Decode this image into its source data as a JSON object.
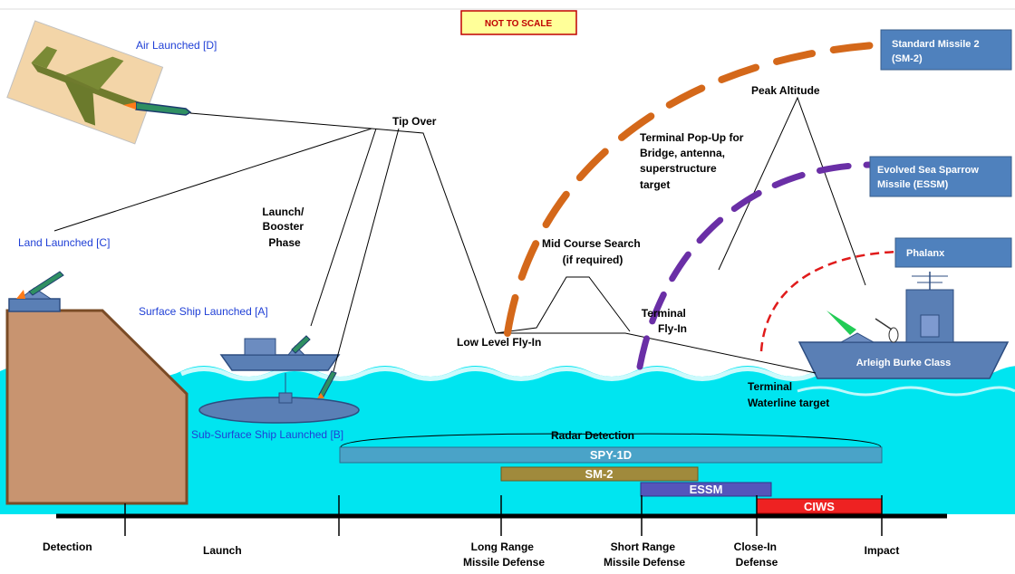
{
  "scale_note": "NOT TO SCALE",
  "launch_labels": {
    "air": "Air Launched [D]",
    "land": "Land Launched [C]",
    "surface": "Surface Ship Launched [A]",
    "subsurface": "Sub-Surface Ship Launched [B]"
  },
  "phase_labels": {
    "tip_over": "Tip Over",
    "launch_booster": [
      "Launch/",
      "Booster",
      "Phase"
    ],
    "low_level": "Low Level Fly-In",
    "mid_course": [
      "Mid Course Search",
      "(if required)"
    ],
    "terminal_flyin": [
      "Terminal",
      "Fly-In"
    ],
    "terminal_popup": [
      "Terminal Pop-Up for",
      "Bridge, antenna,",
      "superstructure",
      "target"
    ],
    "peak_altitude": "Peak Altitude",
    "terminal_waterline": [
      "Terminal",
      "Waterline target"
    ]
  },
  "defense_systems": {
    "sm2": [
      "Standard Missile 2",
      "(SM-2)"
    ],
    "essm": [
      "Evolved Sea Sparrow",
      "Missile (ESSM)"
    ],
    "phalanx": "Phalanx",
    "ship": "Arleigh Burke Class"
  },
  "radar_detection": "Radar Detection",
  "bars": {
    "spy": "SPY-1D",
    "sm2": "SM-2",
    "essm": "ESSM",
    "ciws": "CIWS"
  },
  "timeline": {
    "detection": "Detection",
    "launch": "Launch",
    "long_range": [
      "Long Range",
      "Missile Defense"
    ],
    "short_range": [
      "Short Range",
      "Missile Defense"
    ],
    "close_in": [
      "Close-In",
      "Defense"
    ],
    "impact": "Impact"
  },
  "colors": {
    "sea": "#00e5f0",
    "sm2_trajectory": "#d4681a",
    "essm_trajectory": "#6a2fa6",
    "phalanx_trajectory": "#e01b1b",
    "box_blue": "#4f81bd",
    "bar_spy": "#4aa3c8",
    "bar_sm2": "#a08a3c",
    "bar_essm": "#5555bb",
    "bar_ciws": "#ee2222"
  }
}
